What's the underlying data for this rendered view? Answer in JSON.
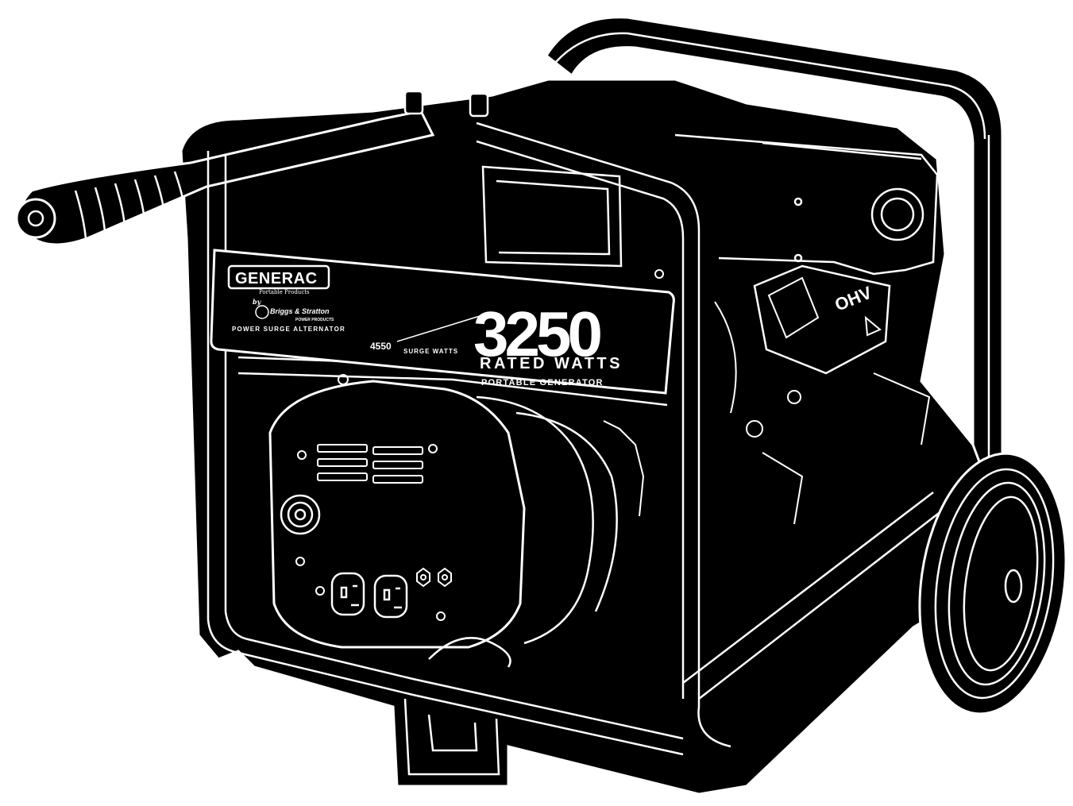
{
  "product": {
    "brand": "GENERAC",
    "brand_sub": "Portable Products",
    "by": "by",
    "maker": "Briggs & Stratton",
    "maker_sub": "POWER PRODUCTS",
    "alternator": "POWER SURGE ALTERNATOR",
    "surge_value": "4550",
    "surge_label": "SURGE WATTS",
    "rated_value": "3250",
    "rated_label": "RATED WATTS",
    "type_label": "PORTABLE GENERATOR",
    "engine_badge": "OHV"
  },
  "colors": {
    "body": "#000000",
    "outline": "#ffffff",
    "background": "#ffffff"
  }
}
